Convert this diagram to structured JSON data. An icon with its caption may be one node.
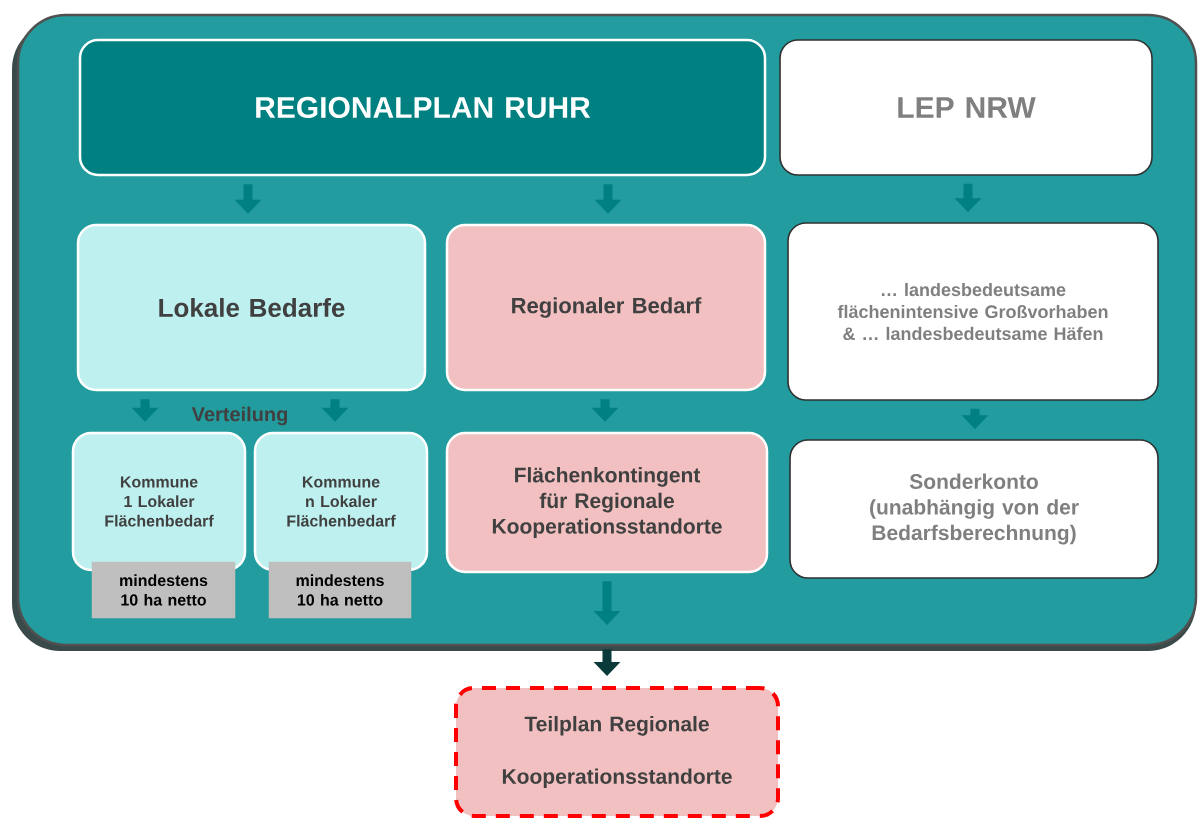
{
  "diagram": {
    "nodes": [
      {
        "text": [],
        "shape": "box"
      },
      {
        "text": [
          "REGIONALPLAN RUHR"
        ],
        "in": 0
      },
      {
        "text": [
          "LEP NRW"
        ],
        "in": 0
      },
      {
        "text": [
          "Lokale Bedarfe"
        ],
        "in": 0
      },
      {
        "text": [
          "Regionaler Bedarf"
        ],
        "in": 0
      },
      {
        "text": [
          "… landesbedeutsame flächenintensive Großvorhaben & … landesbedeutsame Häfen"
        ],
        "in": 0
      },
      {
        "text": [
          "Kommune 1 Lokaler Flächenbedarf"
        ],
        "in": 0
      },
      {
        "text": [
          "mindestens 10 ha netto"
        ],
        "in": 0
      },
      {
        "text": [
          "Kommune n Lokaler Flächenbedarf"
        ],
        "in": 0
      },
      {
        "text": [
          "mindestens 10 ha netto"
        ],
        "in": 0
      },
      {
        "text": [
          "Flächenkontingent für Regionale Kooperationsstandorte"
        ],
        "in": 0
      },
      {
        "text": [
          "Sonderkonto (unabhängig von der Bedarfsberechnung)"
        ],
        "in": 0
      },
      {
        "text": [
          "Teilplan Regionale Kooperationsstandorte"
        ]
      }
    ],
    "edges": [
      {
        "from": 1,
        "to": 3,
        "arrow": "to"
      },
      {
        "from": 1,
        "to": 4,
        "arrow": "to"
      },
      {
        "from": 2,
        "to": 5,
        "arrow": "to"
      },
      {
        "from": 3,
        "to": 6,
        "arrow": "to"
      },
      {
        "from": 3,
        "to": 8,
        "arrow": "to"
      },
      {
        "from": 4,
        "to": 10,
        "arrow": "to"
      },
      {
        "from": 5,
        "to": 11,
        "arrow": "to"
      },
      {
        "from": 10,
        "to": null,
        "arrow": "to"
      },
      {
        "from": 0,
        "to": 12,
        "arrow": "to",
        "color": "#0b3a3a"
      }
    ],
    "labels": [
      "Verteilung"
    ]
  }
}
